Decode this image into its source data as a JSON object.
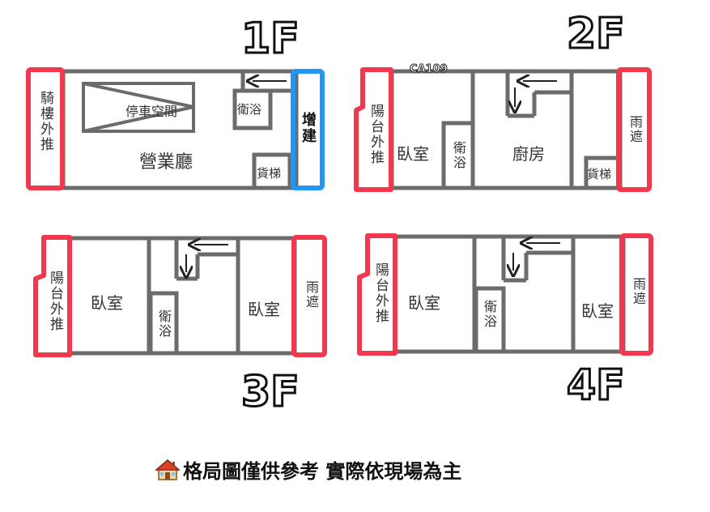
{
  "floors": {
    "f1": {
      "title": "1F",
      "arcade": "騎樓外推",
      "parking": "停車空間",
      "bath": "衛浴",
      "extension": "增建",
      "hall": "營業廳",
      "lift": "貨梯"
    },
    "f2": {
      "title": "2F",
      "code": "CA109",
      "balcony": "陽台外推",
      "bedroom": "臥室",
      "bath": "衛浴",
      "kitchen": "廚房",
      "lift": "貨梯",
      "canopy": "雨遮"
    },
    "f3": {
      "title": "3F",
      "balcony": "陽台外推",
      "bedroom1": "臥室",
      "bath": "衛浴",
      "bedroom2": "臥室",
      "canopy": "雨遮"
    },
    "f4": {
      "title": "4F",
      "balcony": "陽台外推",
      "bedroom1": "臥室",
      "bath": "衛浴",
      "bedroom2": "臥室",
      "canopy": "雨遮"
    }
  },
  "footer": {
    "icon": "house-icon",
    "text": "格局圖僅供參考 實際依現場為主"
  },
  "colors": {
    "wall": "#6b6b6b",
    "outdoor_zone": "#f0384f",
    "extension_zone": "#2196f3"
  }
}
